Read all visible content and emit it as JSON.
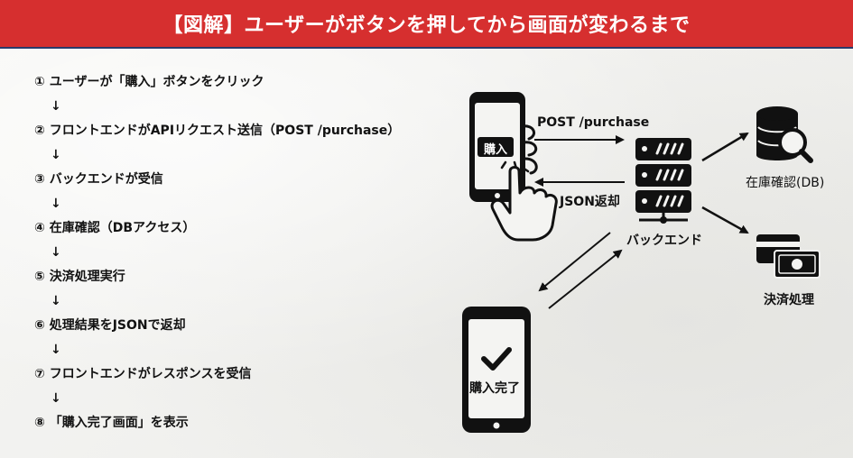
{
  "title": "【図解】ユーザーがボタンを押してから画面が変わるまで",
  "steps": [
    {
      "text": "① ユーザーが「購入」ボタンをクリック",
      "arrow": "↓"
    },
    {
      "text": "② フロントエンドがAPIリクエスト送信（POST /purchase）",
      "arrow": "↓"
    },
    {
      "text": "③ バックエンドが受信",
      "arrow": "↓"
    },
    {
      "text": "④ 在庫確認（DBアクセス）",
      "arrow": "↓"
    },
    {
      "text": "⑤ 決済処理実行",
      "arrow": "↓"
    },
    {
      "text": "⑥ 処理結果をJSONで返却",
      "arrow": "↓"
    },
    {
      "text": "⑦ フロントエンドがレスポンスを受信",
      "arrow": "↓"
    },
    {
      "text": "⑧ 「購入完了画面」を表示",
      "arrow": ""
    }
  ],
  "diagram": {
    "buy_button": "購入",
    "request_label": "POST /purchase",
    "response_label": "JSON返却",
    "backend_label": "バックエンド",
    "db_label": "在庫確認(DB)",
    "payment_label": "決済処理",
    "complete_label": "購入完了"
  },
  "colors": {
    "banner": "#d62f2f",
    "banner_underline": "#2a3a6a",
    "ink": "#111111"
  }
}
